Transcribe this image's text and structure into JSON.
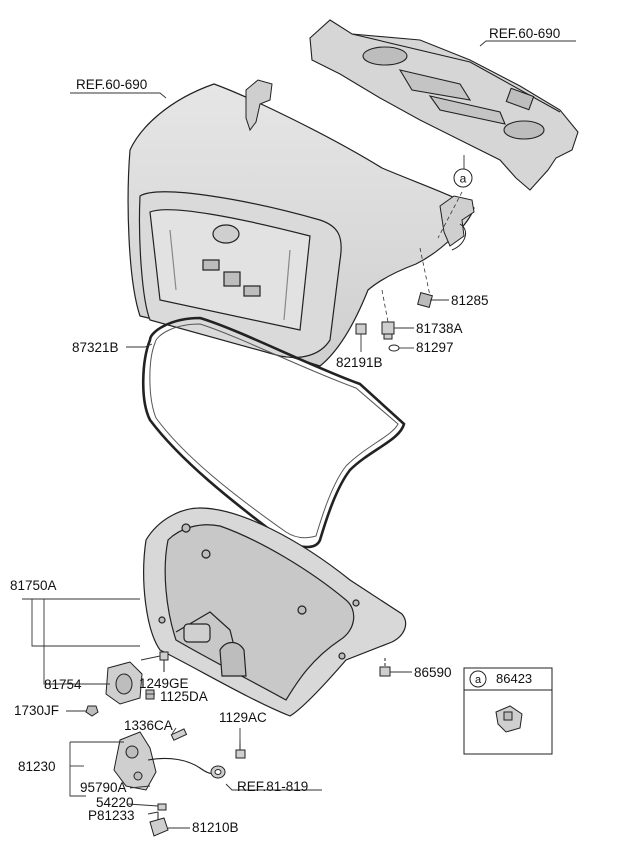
{
  "references": {
    "trunk_lid_ref": "REF.60-690",
    "rear_panel_ref": "REF.60-690",
    "lock_cable_ref": "REF.81-819"
  },
  "callout_marker": "a",
  "inset_box": {
    "marker": "a",
    "part_number": "86423"
  },
  "part_labels": {
    "p81285": "81285",
    "p81738A": "81738A",
    "p81297": "81297",
    "p82191B": "82191B",
    "p87321B": "87321B",
    "p81750A": "81750A",
    "p86590": "86590",
    "p81754": "81754",
    "p1249GE": "1249GE",
    "p1125DA": "1125DA",
    "p1730JF": "1730JF",
    "p1336CA": "1336CA",
    "p1129AC": "1129AC",
    "p81230": "81230",
    "p95790A": "95790A",
    "p54220": "54220",
    "pP81233": "P81233",
    "p81210B": "81210B"
  }
}
